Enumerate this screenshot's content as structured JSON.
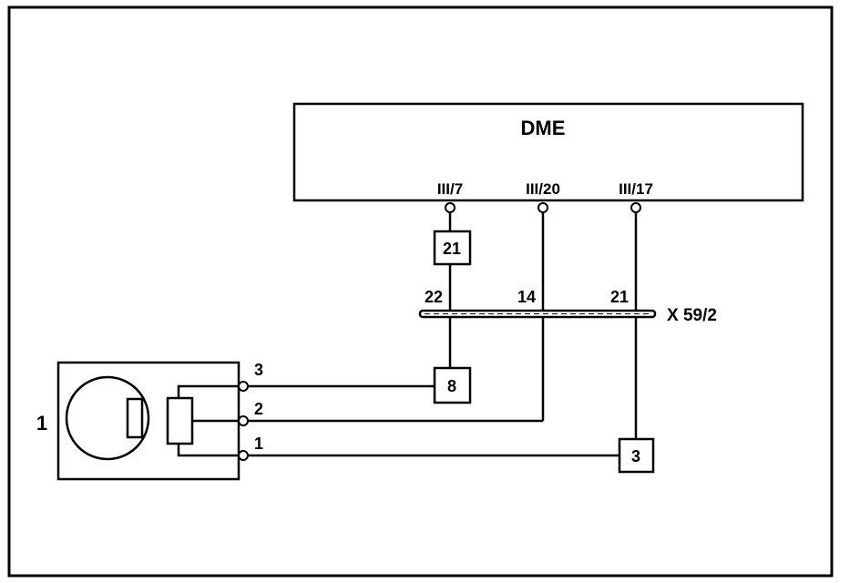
{
  "diagram": {
    "ecu": {
      "label": "DME",
      "pins": [
        "III/7",
        "III/20",
        "III/17"
      ]
    },
    "connector": {
      "label": "X 59/2",
      "pins": [
        "22",
        "14",
        "21"
      ]
    },
    "junctions": {
      "top": "21",
      "middle": "8",
      "bottom": "3"
    },
    "component": {
      "label": "1",
      "pins": [
        "3",
        "2",
        "1"
      ]
    }
  }
}
